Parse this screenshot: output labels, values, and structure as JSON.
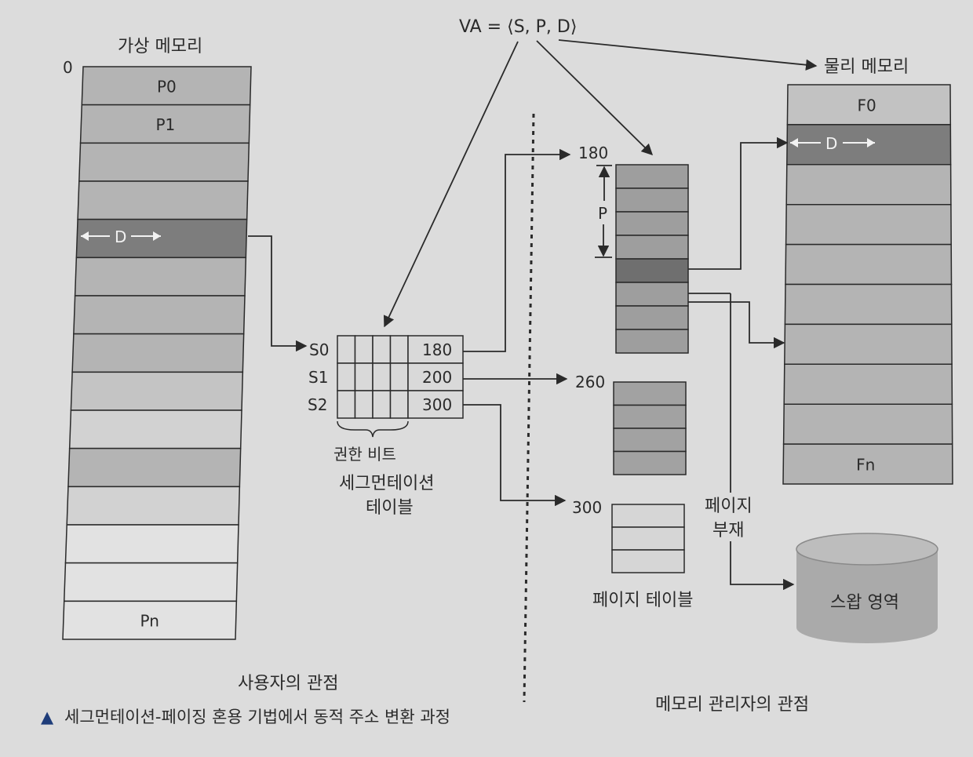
{
  "virtual_memory": {
    "title": "가상 메모리",
    "start_label": "0",
    "pages": [
      "P0",
      "P1",
      "",
      "",
      "",
      "",
      "",
      "",
      "",
      "",
      "",
      "",
      "",
      "",
      "Pn"
    ],
    "offset_label": "D"
  },
  "va_formula": "VA = ⟨S, P, D⟩",
  "physical_memory": {
    "title": "물리 메모리",
    "frames": [
      "F0",
      "",
      "",
      "",
      "",
      "",
      "",
      "",
      "",
      "Fn"
    ],
    "offset_label": "D"
  },
  "segment_table": {
    "rows": [
      {
        "seg": "S0",
        "base": "180"
      },
      {
        "seg": "S1",
        "base": "200"
      },
      {
        "seg": "S2",
        "base": "300"
      }
    ],
    "permission_label": "권한 비트",
    "title_line1": "세그먼테이션",
    "title_line2": "테이블"
  },
  "page_tables": {
    "starts": [
      "180",
      "260",
      "300"
    ],
    "p_label": "P",
    "caption": "페이지 테이블"
  },
  "page_fault": {
    "line1": "페이지",
    "line2": "부재"
  },
  "swap_area": "스왑 영역",
  "views": {
    "user": "사용자의 관점",
    "manager": "메모리 관리자의 관점"
  },
  "caption": {
    "marker": "▲",
    "text": "세그먼테이션-페이징 혼용 기법에서 동적 주소 변환 과정"
  },
  "colors": {
    "block_fill": "#b4b4b4",
    "highlight_fill": "#7d7d7d",
    "light_fill": "#d2d2d2",
    "table_fill": "#d9d9d9",
    "line": "#2a2a2a"
  }
}
